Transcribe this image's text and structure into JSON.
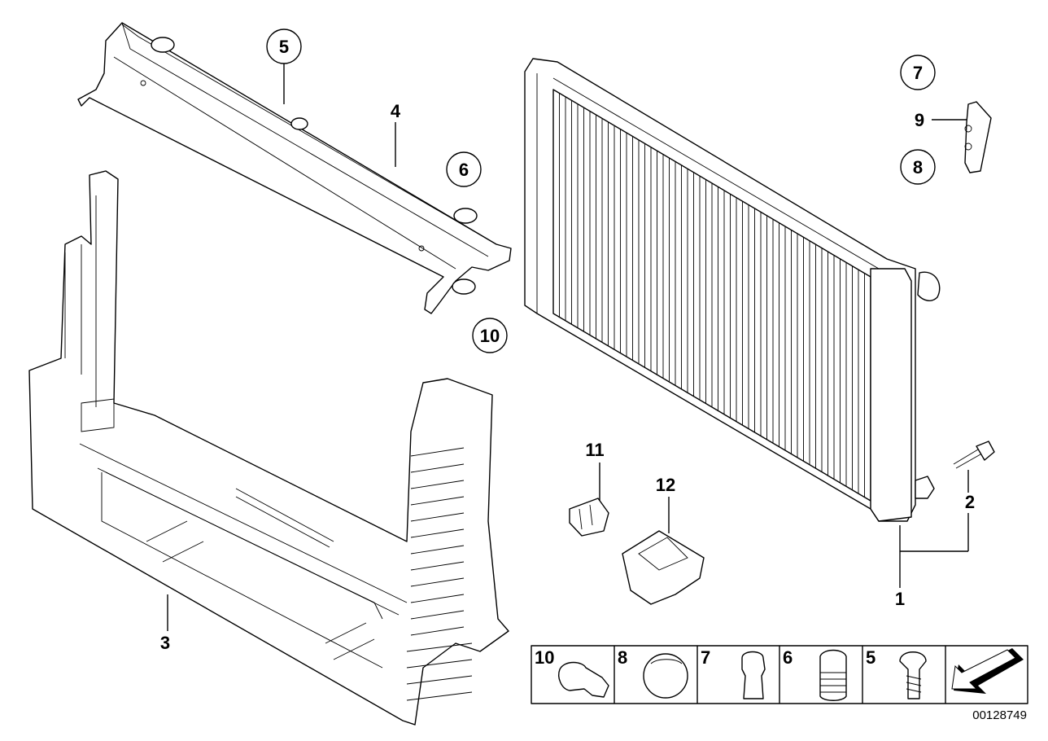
{
  "callouts": {
    "c1": "1",
    "c2": "2",
    "c3": "3",
    "c4": "4",
    "c5": "5",
    "c6": "6",
    "c7": "7",
    "c8": "8",
    "c9": "9",
    "c10": "10",
    "c11": "11",
    "c12": "12"
  },
  "legend": {
    "items": [
      {
        "label": "10",
        "icon": "clip-icon"
      },
      {
        "label": "8",
        "icon": "cap-icon"
      },
      {
        "label": "7",
        "icon": "plug-icon"
      },
      {
        "label": "6",
        "icon": "damper-icon"
      },
      {
        "label": "5",
        "icon": "screw-icon"
      }
    ],
    "nav_icon": "arrow-icon"
  },
  "document_id": "00128749"
}
